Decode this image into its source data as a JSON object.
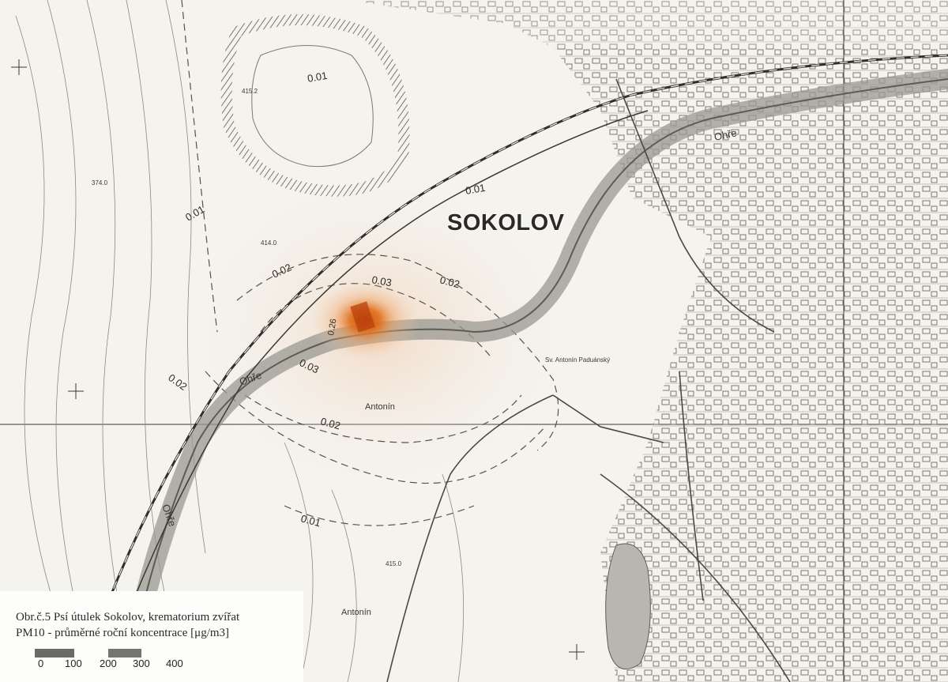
{
  "map": {
    "city_label": "SOKOLOV",
    "river_labels": [
      "Ohře",
      "Ohře",
      "Ohře"
    ],
    "place_labels": [
      "Antonín",
      "Antonín",
      "Sv. Antonín Paduánský"
    ],
    "elevation_labels": [
      "415.2",
      "374.0",
      "414.0",
      "415.0"
    ],
    "contour_labels": [
      "0.01",
      "0.01",
      "0.01",
      "0.02",
      "0.02",
      "0.02",
      "0.03",
      "0.03",
      "0.26",
      "0.01",
      "0.02"
    ],
    "colors": {
      "background": "#f4f3ee",
      "map_ink": "#5a574c",
      "river": "#9a9890",
      "concentration_hotspot": "#e0701a"
    }
  },
  "legend": {
    "title": "Obr.č.5  Psí útulek Sokolov, krematorium zvířat",
    "subtitle": "PM10 - průměrné roční koncentrace [μg/m3]",
    "scale_ticks": [
      "0",
      "100",
      "200",
      "300",
      "400"
    ]
  }
}
